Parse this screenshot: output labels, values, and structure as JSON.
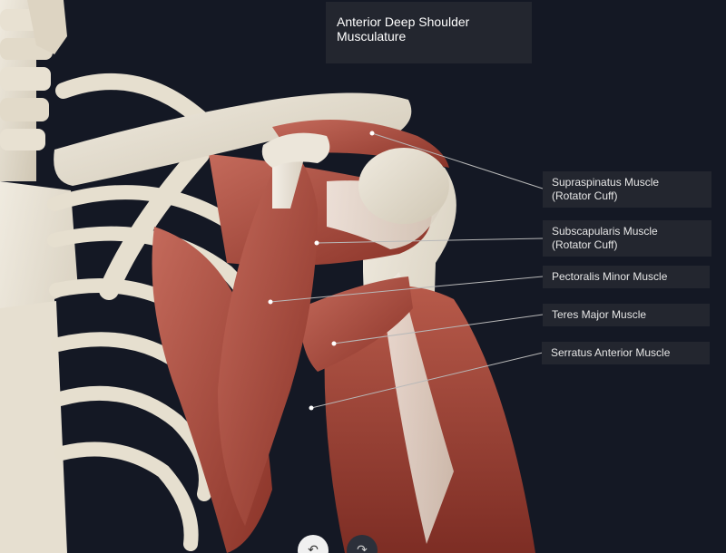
{
  "title": "Anterior Deep Shoulder Musculature",
  "labels": [
    {
      "line1": "Supraspinatus Muscle",
      "line2": "(Rotator Cuff)"
    },
    {
      "line1": "Subscapularis Muscle",
      "line2": "(Rotator Cuff)"
    },
    {
      "line1": "Pectoralis Minor Muscle"
    },
    {
      "line1": "Teres Major Muscle"
    },
    {
      "line1": "Serratus Anterior Muscle"
    }
  ],
  "controls": {
    "left_icon": "tag-reply-icon",
    "left_glyph": "↶",
    "right_icon": "tag-forward-icon",
    "right_glyph": "↷"
  },
  "colors": {
    "background": "#141824",
    "label_bg": "#23262f",
    "bone": "#e8e1d2",
    "muscle": "#a8473a"
  }
}
